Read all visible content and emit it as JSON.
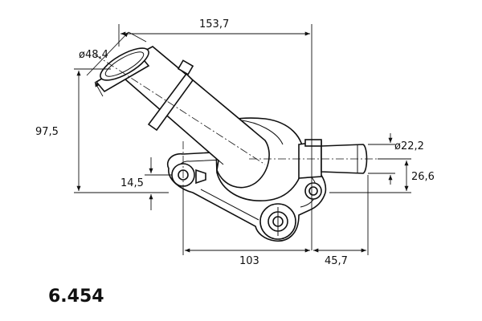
{
  "part_number": "6.454",
  "dimensions": {
    "overall_width": "153,7",
    "inlet_diameter": "ø48,4",
    "height": "97,5",
    "hole_offset": "14,5",
    "outlet_diameter": "ø22,2",
    "outlet_height": "26,6",
    "hole_spacing": "103",
    "outlet_extension": "45,7"
  }
}
